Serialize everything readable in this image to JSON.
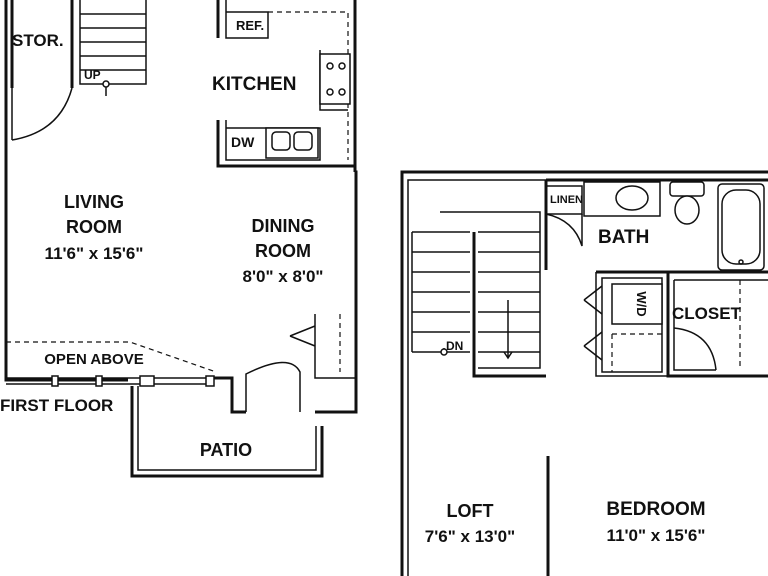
{
  "first_floor": {
    "title": "FIRST FLOOR",
    "storage": {
      "label": "STOR."
    },
    "stairs": {
      "label": "UP"
    },
    "kitchen": {
      "label": "KITCHEN",
      "ref": "REF.",
      "dw": "DW"
    },
    "living_room": {
      "name_line1": "LIVING",
      "name_line2": "ROOM",
      "dims": "11'6\" x 15'6\""
    },
    "dining_room": {
      "name_line1": "DINING",
      "name_line2": "ROOM",
      "dims": "8'0\" x 8'0\""
    },
    "open_above": {
      "label": "OPEN ABOVE"
    },
    "patio": {
      "label": "PATIO"
    }
  },
  "second_floor": {
    "stairs": {
      "label": "DN"
    },
    "linen": {
      "label": "LINEN"
    },
    "bath": {
      "label": "BATH"
    },
    "laundry": {
      "label": "W/D"
    },
    "closet": {
      "label": "CLOSET"
    },
    "loft": {
      "name": "LOFT",
      "dims": "7'6\" x 13'0\""
    },
    "bedroom": {
      "name": "BEDROOM",
      "dims": "11'0\" x 15'6\""
    }
  }
}
